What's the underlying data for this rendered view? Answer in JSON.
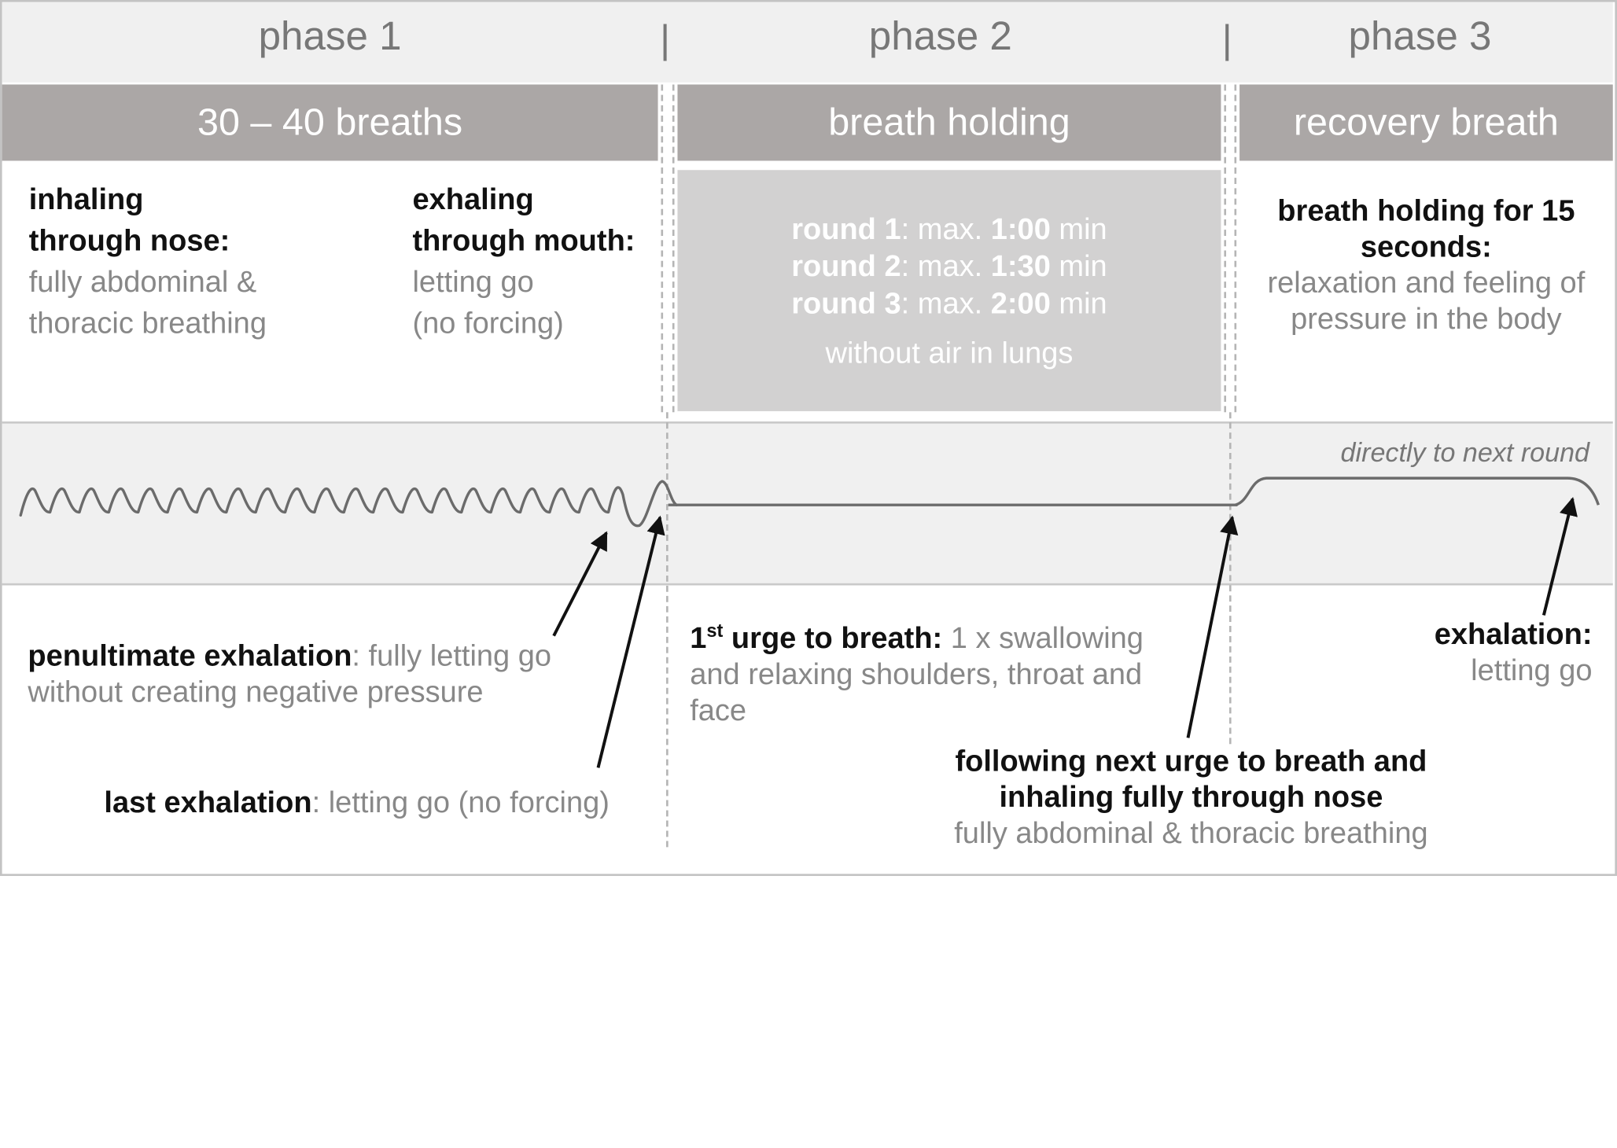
{
  "phases": [
    {
      "label": "phase 1",
      "bar": "30 – 40 breaths"
    },
    {
      "label": "phase 2",
      "bar": "breath holding"
    },
    {
      "label": "phase 3",
      "bar": "recovery breath"
    }
  ],
  "separator": "|",
  "phase1": {
    "inhale_title_1": "inhaling",
    "inhale_title_2": "through nose:",
    "inhale_desc_1": "fully abdominal &",
    "inhale_desc_2": "thoracic breathing",
    "exhale_title_1": "exhaling",
    "exhale_title_2": "through mouth:",
    "exhale_desc_1": "letting go",
    "exhale_desc_2": "(no forcing)"
  },
  "phase2": {
    "rounds": [
      {
        "label": "round 1",
        "mid": ": max. ",
        "time": "1:00",
        "unit": " min"
      },
      {
        "label": "round 2",
        "mid": ": max. ",
        "time": "1:30",
        "unit": " min"
      },
      {
        "label": "round 3",
        "mid": ": max. ",
        "time": "2:00",
        "unit": " min"
      }
    ],
    "note": "without air in lungs"
  },
  "phase3": {
    "title_1": "breath holding for 15",
    "title_2": "seconds:",
    "desc_1": "relaxation and feeling of",
    "desc_2": "pressure in the body"
  },
  "wave": {
    "next_round": "directly to next round"
  },
  "annotations": {
    "penultimate_bold": "penultimate exhalation",
    "penultimate_rest": ": fully letting go",
    "penultimate_line2": "without creating negative pressure",
    "last_bold": "last exhalation",
    "last_rest": ": letting go (no forcing)",
    "urge_num": "1",
    "urge_sup": "st",
    "urge_bold": " urge to breath:",
    "urge_rest": " 1 x swallowing",
    "urge_line2": "and relaxing shoulders, throat and",
    "urge_line3": "face",
    "following_1": "following next urge to breath and",
    "following_2": "inhaling fully through nose",
    "following_3": "fully abdominal & thoracic breathing",
    "exhalation_title": "exhalation:",
    "exhalation_desc": "letting go"
  },
  "colors": {
    "bar": "#aba7a6",
    "band": "#f0f0f0",
    "hold_box": "#d2d1d1",
    "text_muted": "#888888",
    "line": "#666666"
  }
}
